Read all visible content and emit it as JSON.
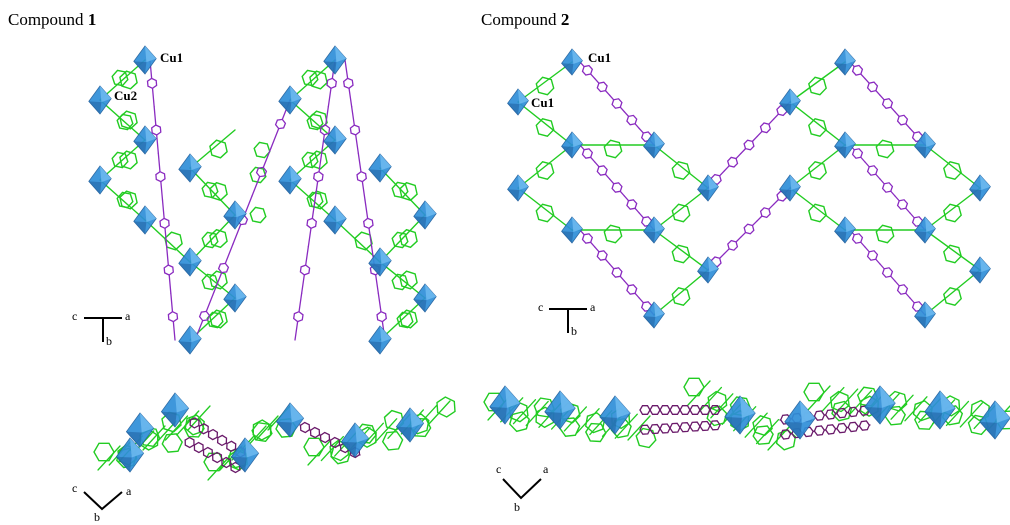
{
  "figure": {
    "compound1": {
      "title_prefix": "Compound",
      "title_number": "1",
      "labels": [
        "Cu1",
        "Cu2"
      ],
      "axes_top": {
        "c": "c",
        "a": "a",
        "b": "b"
      },
      "axes_bottom": {
        "c": "c",
        "a": "a",
        "b": "b"
      }
    },
    "compound2": {
      "title_prefix": "Compound",
      "title_number": "2",
      "labels": [
        "Cu1",
        "Cu1"
      ],
      "axes_top": {
        "c": "c",
        "a": "a",
        "b": "b"
      },
      "axes_bottom": {
        "c": "c",
        "a": "a",
        "b": "b"
      }
    },
    "colors": {
      "polyhedron": "#2f8fd8",
      "polyhedron_dark": "#1f5f9e",
      "ligand_green": "#22cc22",
      "linker_purple": "#8a2bc0",
      "linker_dark_purple": "#6a1a6a",
      "axis": "#000000"
    }
  }
}
